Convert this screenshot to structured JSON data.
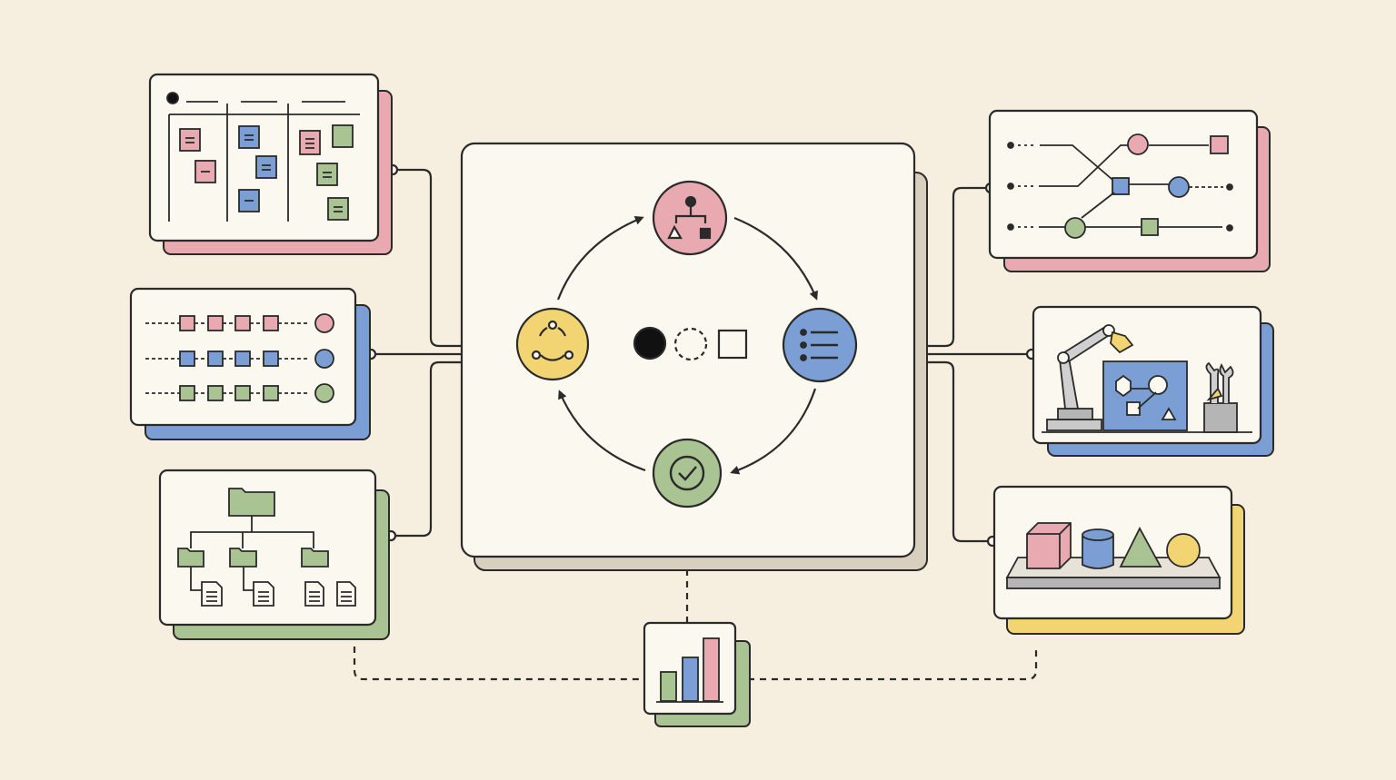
{
  "colors": {
    "background": "#f6efdf",
    "panel": "#fbf8ef",
    "ink": "#2a2a2a",
    "pink": "#e9a9b0",
    "blue": "#7b9fd4",
    "green": "#a9c393",
    "yellow": "#f2d472",
    "tan": "#d9cfbe"
  },
  "center_hub": {
    "nodes": [
      {
        "id": "hierarchy",
        "color": "pink",
        "icon": "hierarchy-icon"
      },
      {
        "id": "list",
        "color": "blue",
        "icon": "list-icon"
      },
      {
        "id": "check",
        "color": "green",
        "icon": "check-icon"
      },
      {
        "id": "cycle",
        "color": "yellow",
        "icon": "cycle-icon"
      }
    ],
    "center_symbols": [
      "filled-circle-icon",
      "dashed-circle-icon",
      "square-icon"
    ]
  },
  "panels": [
    {
      "id": "kanban-board",
      "icon": "kanban-board-icon",
      "shadow": "pink"
    },
    {
      "id": "pipelines",
      "icon": "pipeline-rows-icon",
      "shadow": "blue"
    },
    {
      "id": "folder-tree",
      "icon": "folder-tree-icon",
      "shadow": "green"
    },
    {
      "id": "routing-network",
      "icon": "routing-network-icon",
      "shadow": "pink"
    },
    {
      "id": "robot-workshop",
      "icon": "robot-arm-icon",
      "shadow": "blue"
    },
    {
      "id": "shape-tray",
      "icon": "shapes-icon",
      "shadow": "yellow"
    },
    {
      "id": "metrics",
      "icon": "bar-chart-icon",
      "shadow": "green"
    }
  ]
}
